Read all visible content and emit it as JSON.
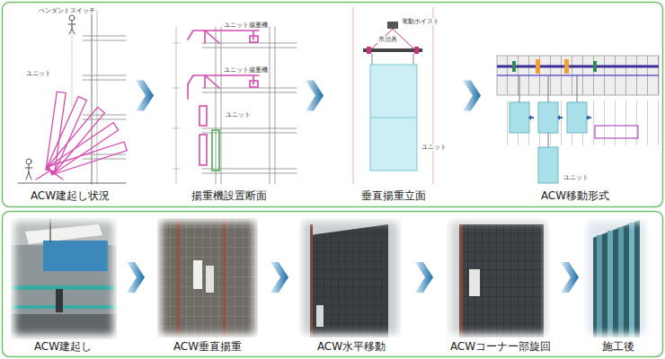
{
  "diagram": {
    "nodes": [
      {
        "text": [
          "ACW建起し状況"
        ]
      },
      {
        "text": [
          "揚重機設置断面"
        ]
      },
      {
        "text": [
          "垂直揚重立面"
        ]
      },
      {
        "text": [
          "ACW移動形式"
        ]
      },
      {
        "text": [
          "ACW建起し"
        ]
      },
      {
        "text": [
          "ACW垂直揚重"
        ]
      },
      {
        "text": [
          "ACW水平移動"
        ]
      },
      {
        "text": [
          "ACWコーナー部旋回"
        ]
      },
      {
        "text": [
          "施工後"
        ]
      }
    ],
    "edges": [
      {
        "from": 0,
        "to": 1,
        "arrow": "to"
      },
      {
        "from": 1,
        "to": 2,
        "arrow": "to"
      },
      {
        "from": 2,
        "to": 3,
        "arrow": "to"
      },
      {
        "from": 4,
        "to": 5,
        "arrow": "to"
      },
      {
        "from": 5,
        "to": 6,
        "arrow": "to"
      },
      {
        "from": 6,
        "to": 7,
        "arrow": "to"
      },
      {
        "from": 7,
        "to": 8,
        "arrow": "to"
      }
    ],
    "labels": [
      "ペンダントスイッチ",
      "ユニット",
      "ユニット揚重機",
      "ユニット揚重機",
      "ユニット",
      "電動ホイスト",
      "吊治具",
      "ユニット",
      "ユニット"
    ]
  }
}
